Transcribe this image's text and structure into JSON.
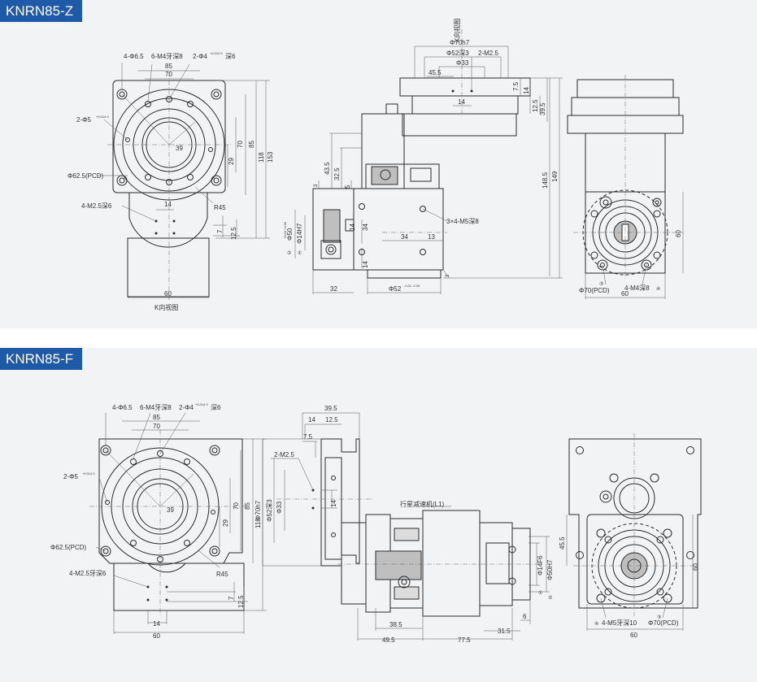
{
  "panels": [
    {
      "title": "KNRN85-Z",
      "labels": {
        "h_4phi65": "4-Φ6.5",
        "h_6m4": "6-M4牙深8",
        "h_2phi4": "2-Φ4",
        "h_2phi4_tol": "+0.014 0",
        "h_2phi4_depth": "深6",
        "w85": "85",
        "w70": "70",
        "l_2phi5": "2-Φ5",
        "l_2phi5_tol": "+0.014 0",
        "v70": "70",
        "v85": "85",
        "v118": "118",
        "v153": "153",
        "v29": "29",
        "d39": "39",
        "pcd": "Φ62.5(PCD)",
        "m25": "4-M2.5深6",
        "w14": "14",
        "r45": "R45",
        "v7": "7",
        "v125": "12.5",
        "w60": "60",
        "kview": "K向视图",
        "k_label": "K向视图",
        "phi70h7": "Φ70h7",
        "phi52": "Φ52深3",
        "m25b": "2-M2.5",
        "phi33": "Φ33",
        "w455": "45.5",
        "v75": "7.5",
        "v14": "14",
        "v125b": "12.5",
        "v395": "39.5",
        "w14b": "14",
        "v435": "43.5",
        "v325": "32.5",
        "v5": "5",
        "v3": "3",
        "v1485": "148.5",
        "v149": "149",
        "phi50": "Φ50",
        "phi50_tol": "+0.03 +0.05",
        "phi14h7": "Φ14H7",
        "circ1": "①",
        "circ2": "②",
        "v34": "34",
        "v14c": "14",
        "v14d": "14",
        "w34": "34",
        "w13": "13",
        "m5": "3×4-M5深8",
        "w32": "32",
        "phi52b": "Φ52",
        "phi52b_tol": "-0.01 -0.05",
        "v3b": "3",
        "v60r": "60",
        "pcd70": "Φ70(PCD)",
        "m4r": "4-M4深8",
        "c3": "③",
        "c4": "④",
        "w60r": "60"
      }
    },
    {
      "title": "KNRN85-F",
      "labels": {
        "h_4phi65": "4-Φ6.5",
        "h_6m4": "6-M4牙深8",
        "h_2phi4": "2-Φ4",
        "h_2phi4_tol": "+0.014 0",
        "h_2phi4_depth": "深6",
        "w85": "85",
        "w70": "70",
        "l_2phi5": "2-Φ5",
        "l_2phi5_tol": "+0.014 0",
        "v70": "70",
        "v85": "85",
        "v118": "118",
        "v29": "29",
        "d39": "39",
        "pcd": "Φ62.5(PCD)",
        "m25": "4-M2.5牙深6",
        "r45": "R45",
        "v7": "7",
        "v125": "12.5",
        "w14": "14",
        "w60": "60",
        "w395": "39.5",
        "w14b": "14",
        "w125": "12.5",
        "v75": "7.5",
        "m25b": "2-M2.5",
        "phi70h7": "Φ70h7",
        "phi52": "Φ52深3",
        "phi33": "Φ33",
        "v14": "14",
        "planet": "行星减速机(L1)",
        "phi14f6": "Φ14F6",
        "phi50h7": "Φ50H7",
        "circ1": "①",
        "circ2": "②",
        "w385": "38.5",
        "w495": "49.5",
        "w775": "77.5",
        "w315": "31.5",
        "v6": "6",
        "v455": "45.5",
        "v60r": "60",
        "m5": "4-M5牙深10",
        "c4": "④",
        "c3": "③",
        "pcd70": "Φ70(PCD)",
        "w60r": "60"
      }
    }
  ]
}
